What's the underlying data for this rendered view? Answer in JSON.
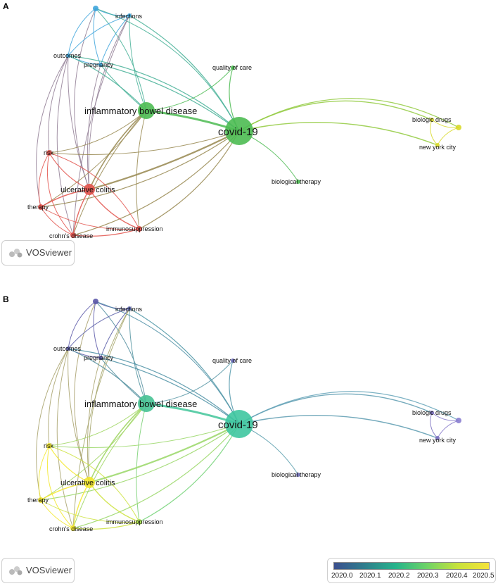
{
  "panels": {
    "a": {
      "letter": "A"
    },
    "b": {
      "letter": "B"
    }
  },
  "watermark": {
    "text": "VOSviewer",
    "icon": "vosviewer-logo-icon"
  },
  "colorbar": {
    "ticks": [
      "2020.0",
      "2020.1",
      "2020.2",
      "2020.3",
      "2020.4",
      "2020.5"
    ]
  },
  "nodes": [
    {
      "id": "infections",
      "label": "infections"
    },
    {
      "id": "outcomes",
      "label": "outcomes"
    },
    {
      "id": "pregnancy",
      "label": "pregnancy"
    },
    {
      "id": "quality_of_care",
      "label": "quality of care"
    },
    {
      "id": "ibd",
      "label": "inflammatory bowel disease"
    },
    {
      "id": "covid",
      "label": "covid-19"
    },
    {
      "id": "biologic_drugs",
      "label": "biologic drugs"
    },
    {
      "id": "new_york_city",
      "label": "new york city"
    },
    {
      "id": "risk",
      "label": "risk"
    },
    {
      "id": "biological_therapy",
      "label": "biological therapy"
    },
    {
      "id": "uc",
      "label": "ulcerative colitis"
    },
    {
      "id": "therapy",
      "label": "therapy"
    },
    {
      "id": "immuno",
      "label": "immunosuppression"
    },
    {
      "id": "crohns",
      "label": "crohn's disease"
    },
    {
      "id": "top_node",
      "label": ""
    },
    {
      "id": "right_node",
      "label": ""
    }
  ],
  "colors": {
    "cluster_blue": "#3ea5dc",
    "cluster_green": "#4cbb52",
    "cluster_red": "#e2524b",
    "cluster_yellow": "#d8d92a",
    "overlay_purple": "#5a55a8",
    "overlay_teal": "#3ec7a0",
    "overlay_yellow": "#f3e72b"
  }
}
